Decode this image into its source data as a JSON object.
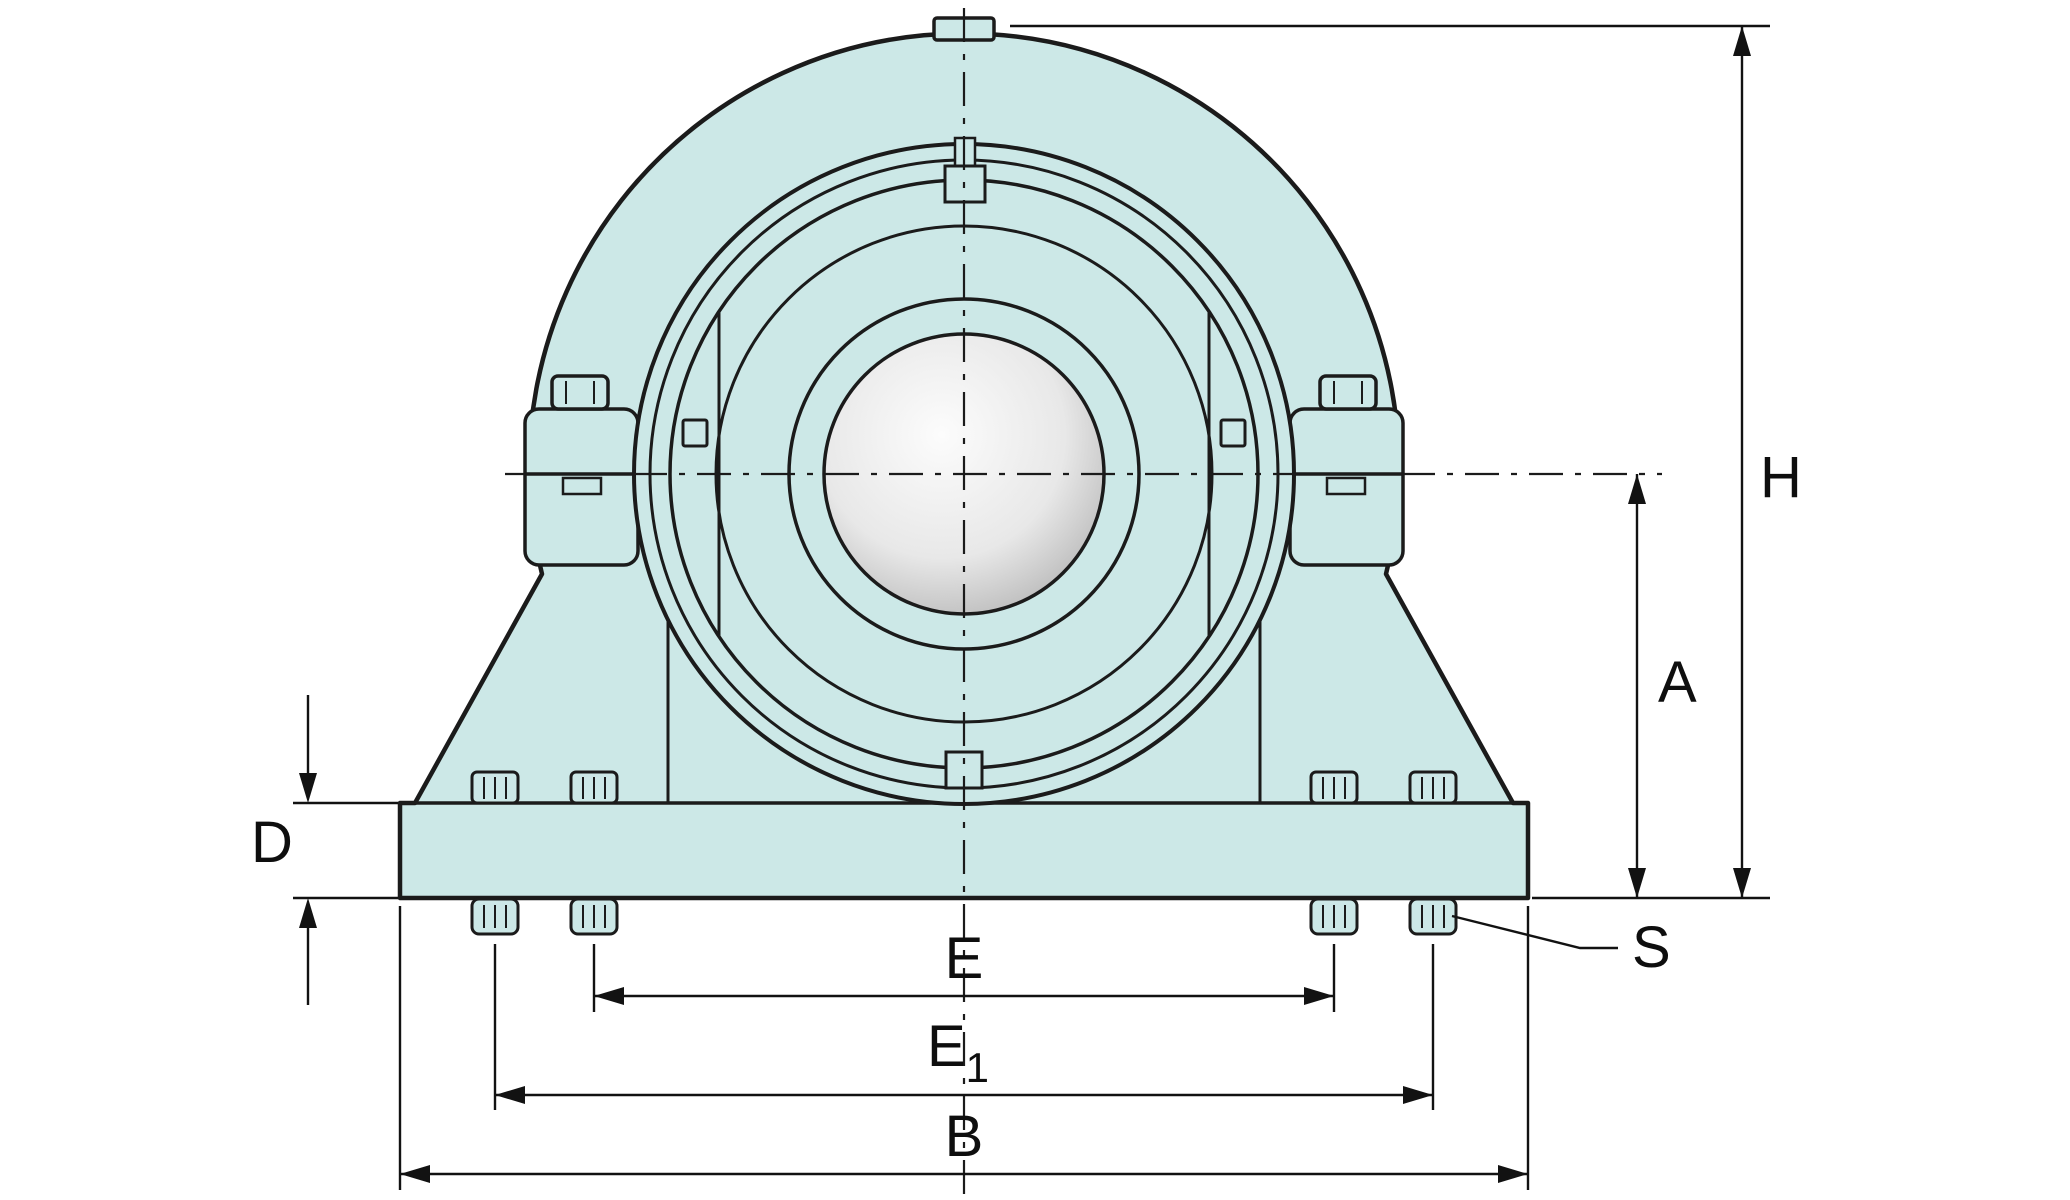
{
  "page": {
    "background": "#ffffff"
  },
  "colors": {
    "body": "#cce8e7",
    "outline": "#1b1b1b",
    "dim_line": "#121212",
    "text": "#0e0e0e",
    "shaft_light": "#fcfcfc",
    "shaft_mid": "#e8e8e8",
    "shaft_dark": "#a8a8a8"
  },
  "dimension_labels": {
    "height_total": "H",
    "center_height": "A",
    "base_thickness": "D",
    "bolt_spacing_inner": "E",
    "bolt_spacing_outer_main": "E",
    "bolt_spacing_outer_sub": "1",
    "base_width": "B",
    "fixing_bolt": "S"
  }
}
